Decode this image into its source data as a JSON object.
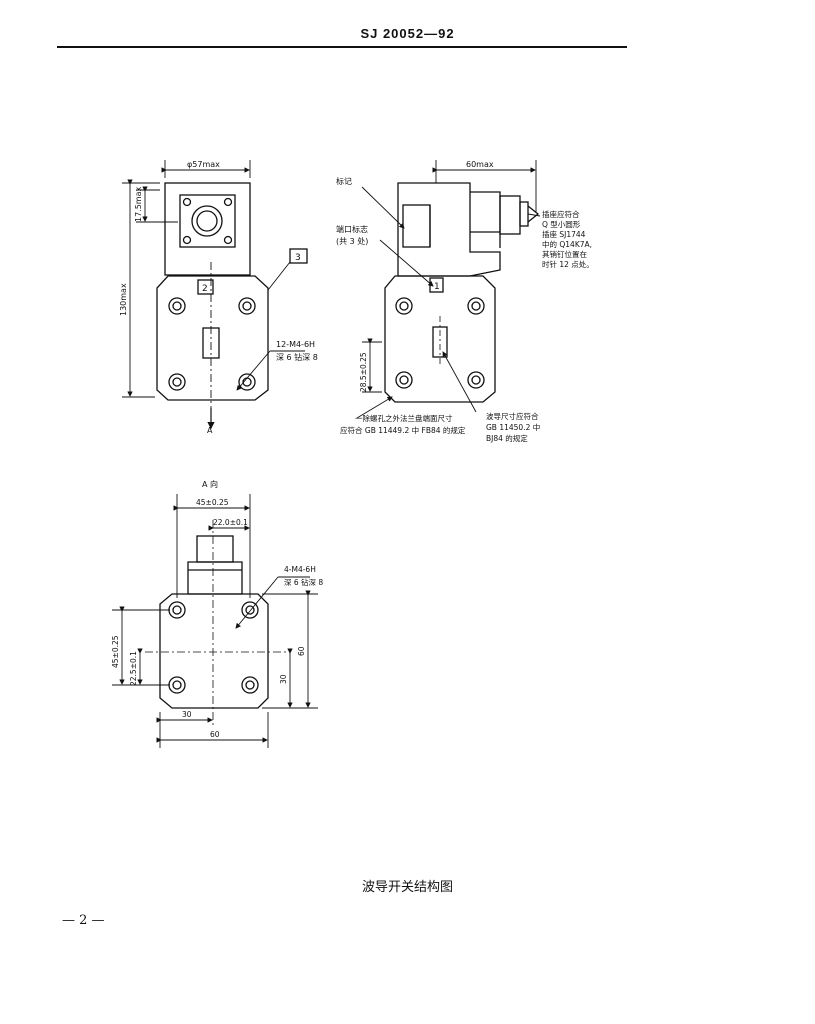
{
  "header": {
    "standard_number": "SJ 20052—92"
  },
  "figure": {
    "caption": "波导开关结构图",
    "front_view": {
      "dim_top_width": "φ57max",
      "dim_connector_height": "17.5max",
      "dim_total_height": "130max",
      "callout_3": "3",
      "callout_2": "2",
      "holes_label_1": "12-M4-6H",
      "holes_label_2": "深 6 钻深 8",
      "direction_label": "A"
    },
    "side_view": {
      "dim_width": "60max",
      "label_marking": "标记",
      "label_port_1": "端口标志",
      "label_port_2": "(共 3 处)",
      "callout_1": "1",
      "dim_hole_offset": "28.5±0.25",
      "note_connector": [
        "插座应符合",
        "Q 型小圆形",
        "插座 SJ1744",
        "中的 Q14K7A,",
        "其销钉位置在",
        "时针 12 点处。"
      ],
      "note_flange": [
        "一除螺孔之外法兰盘端面尺寸",
        "应符合 GB 11449.2 中 FB84 的规定"
      ],
      "note_waveguide": [
        "波导尺寸应符合",
        "GB 11450.2 中",
        "BJ84 的规定"
      ]
    },
    "bottom_view": {
      "title": "A 向",
      "dim_top": "45±0.25",
      "dim_sub": "22.0±0.1",
      "holes_label_1": "4-M4-6H",
      "holes_label_2": "深 6 钻深 8",
      "dim_left_outer": "45±0.25",
      "dim_left_inner": "22.5±0.1",
      "dim_right_60": "60",
      "dim_right_30": "30",
      "dim_bottom_30": "30",
      "dim_bottom_60": "60"
    }
  },
  "page_number": "— 2 —"
}
